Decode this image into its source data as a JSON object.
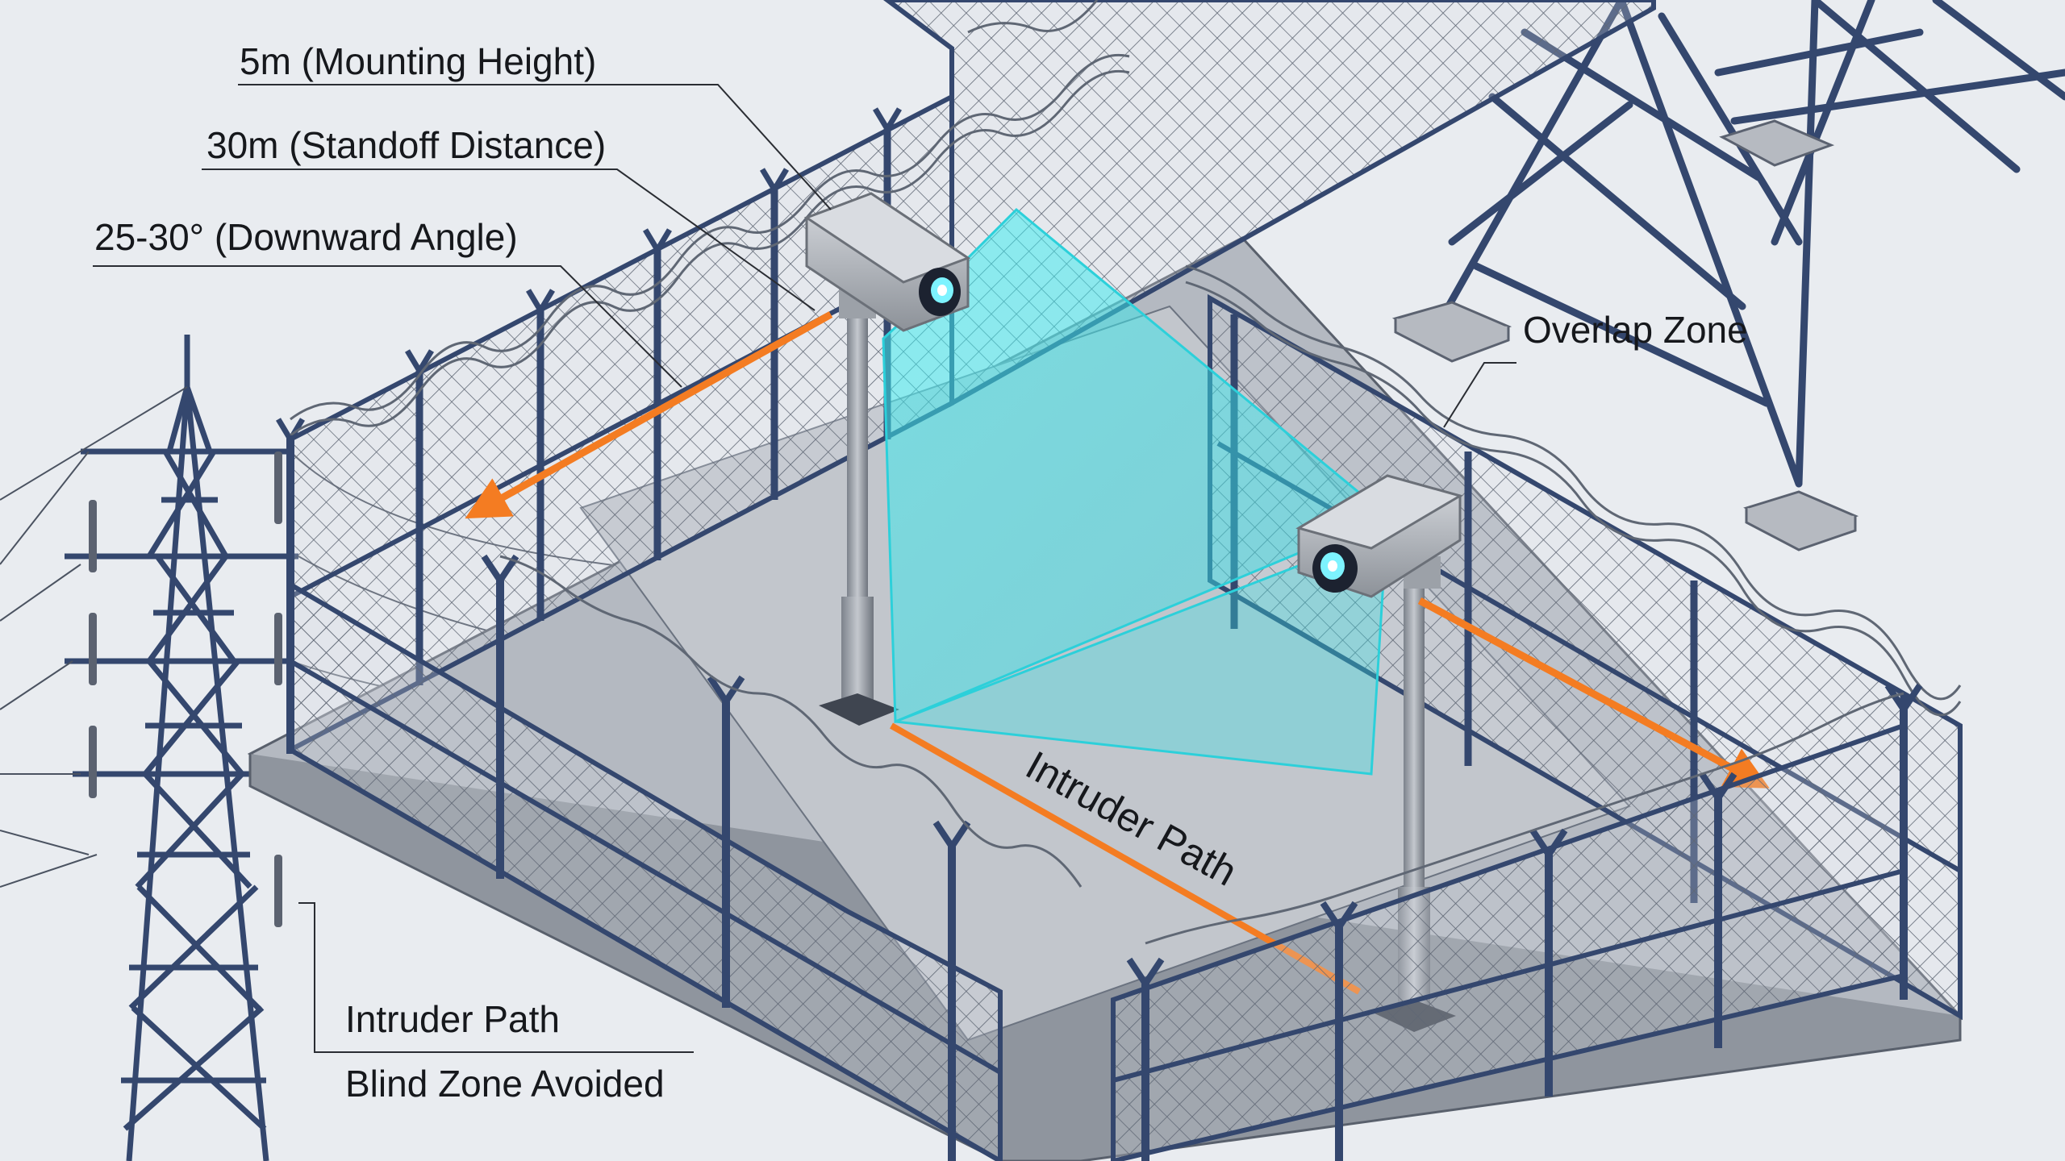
{
  "labels": {
    "mounting_height": "5m (Mounting Height)",
    "standoff_distance": "30m (Standoff Distance)",
    "downward_angle": "25-30° (Downward Angle)",
    "overlap_zone": "Overlap Zone",
    "intruder_path_ground": "Intruder Path",
    "intruder_path_callout": "Intruder Path",
    "blind_zone_avoided": "Blind Zone Avoided"
  },
  "colors": {
    "background": "#e9ecf0",
    "steel_blue": "#34476e",
    "fov_cyan": "#38e6ec",
    "arrow_orange": "#f47c22",
    "camera_gray": "#a4a8ae",
    "pad_gray": "#b6bac1"
  }
}
